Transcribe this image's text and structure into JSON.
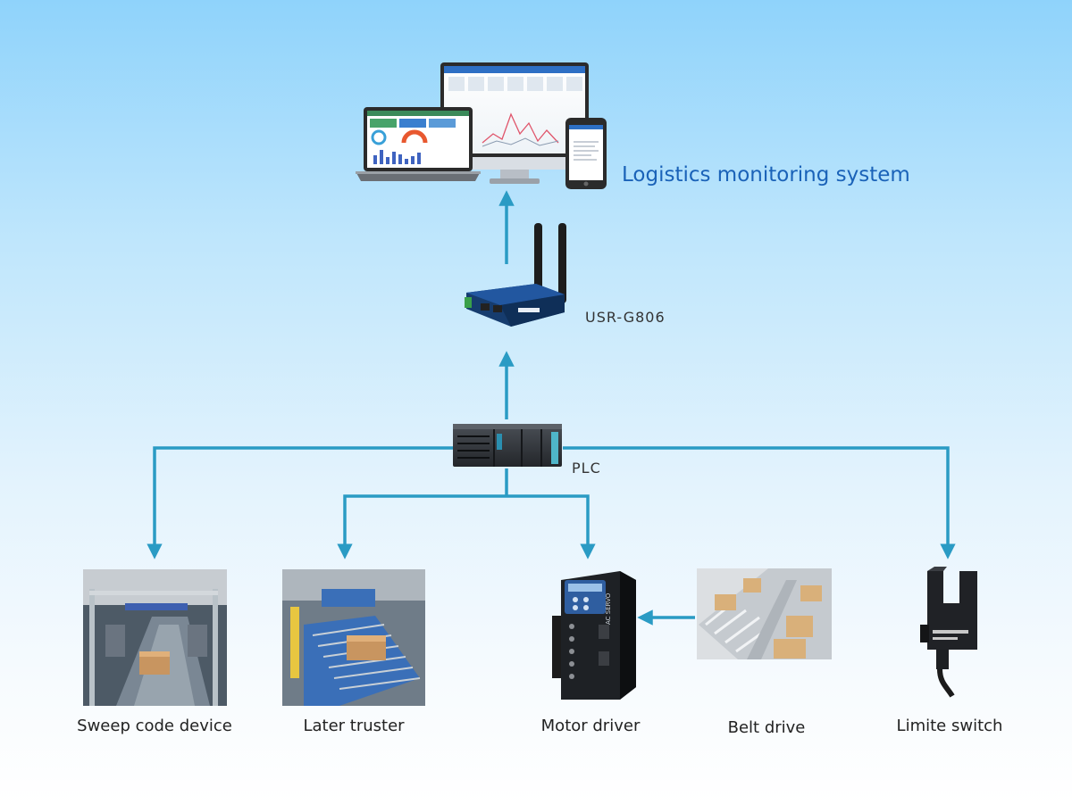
{
  "system": {
    "title": "Logistics monitoring system"
  },
  "gateway": {
    "label": "USR-G806"
  },
  "plc": {
    "label": "PLC"
  },
  "devices": [
    {
      "name": "sweep-code-device",
      "label": "Sweep code device"
    },
    {
      "name": "later-truster",
      "label": "Later truster"
    },
    {
      "name": "motor-driver",
      "label": "Motor driver",
      "badge": "AC SERVO"
    },
    {
      "name": "belt-drive",
      "label": "Belt drive"
    },
    {
      "name": "limite-switch",
      "label": "Limite switch"
    }
  ],
  "colors": {
    "connector": "#2a9bc4",
    "title": "#1a62b8",
    "label": "#222222",
    "background_top": "#8fd3fb",
    "background_bottom": "#ffffff"
  }
}
